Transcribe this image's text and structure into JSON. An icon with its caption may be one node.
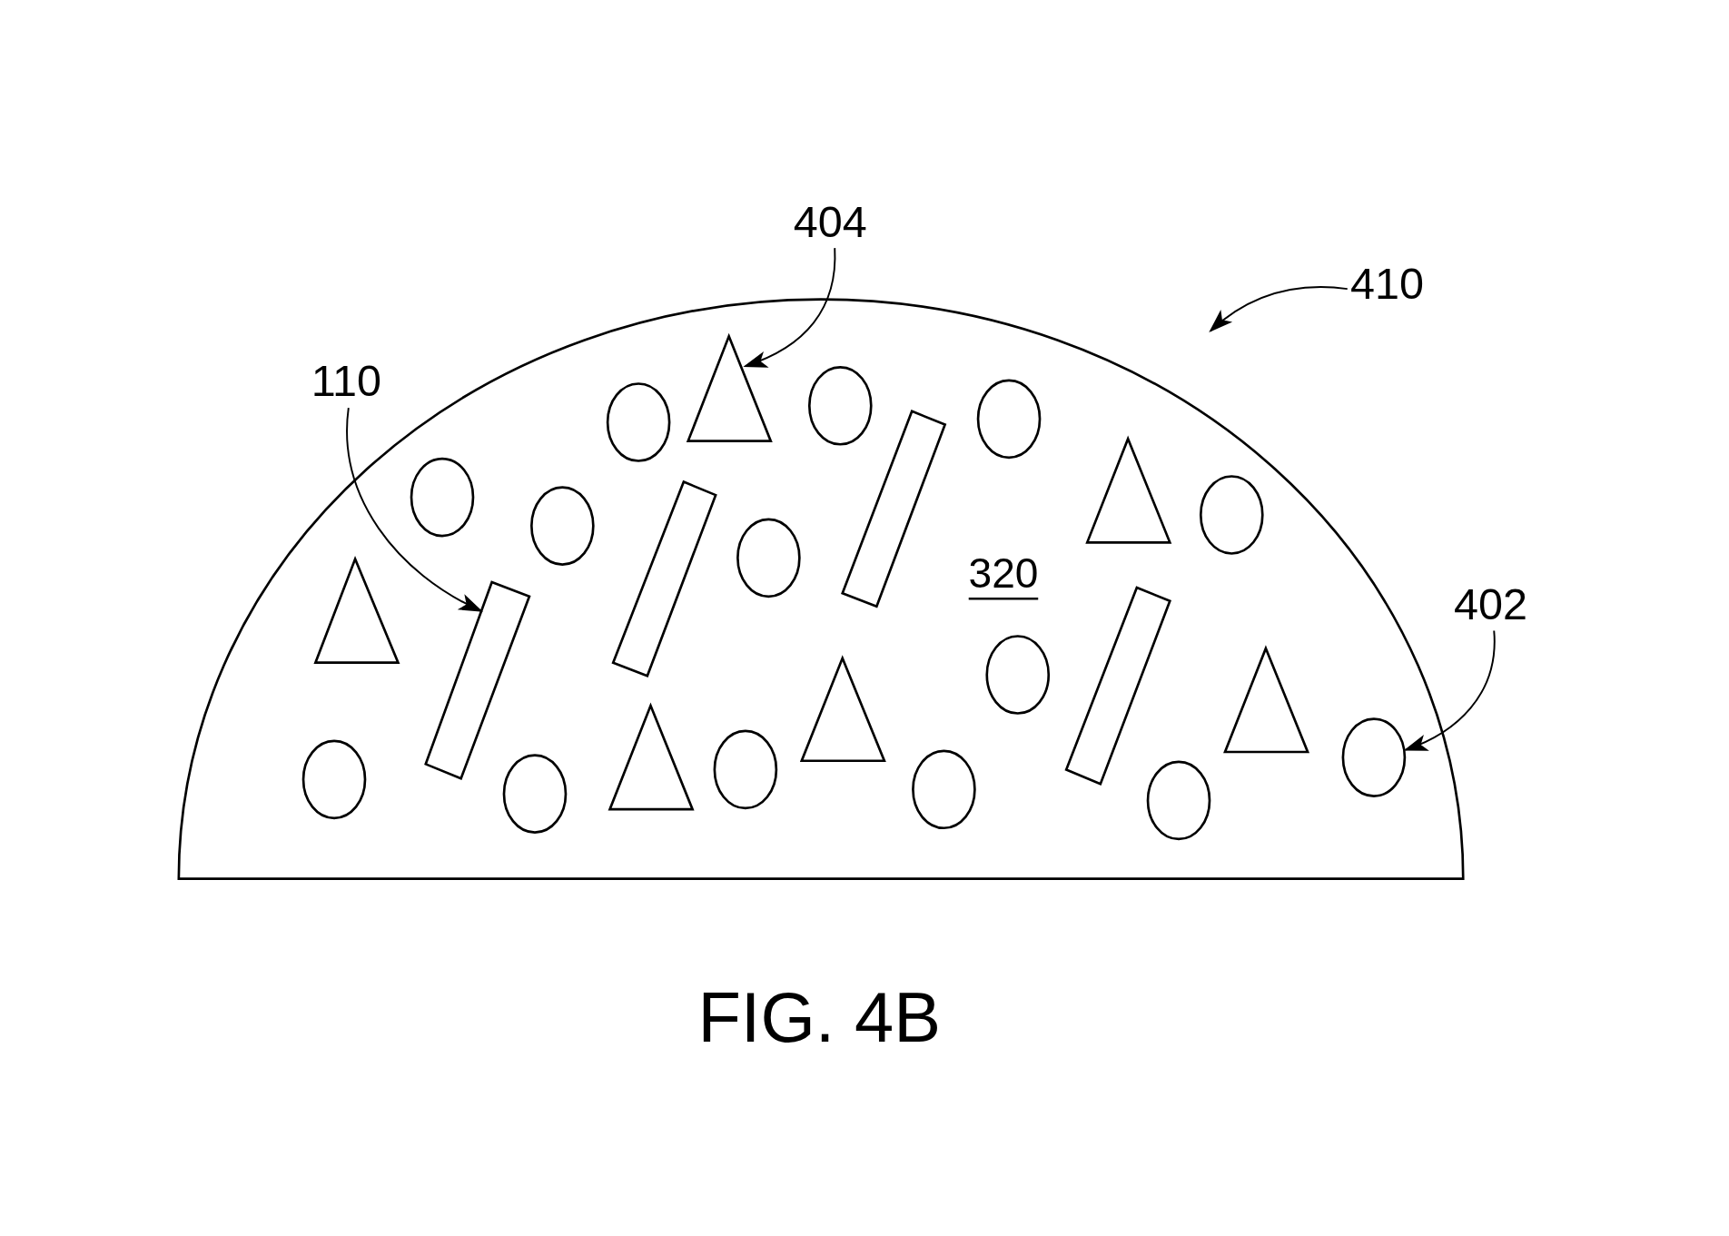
{
  "diagram": {
    "caption": "FIG. 4B",
    "nodes": [
      {
        "text": [],
        "shape": "dome"
      },
      {
        "text": [
          "404"
        ]
      },
      {
        "text": [],
        "shape": "triangle",
        "in": 0
      },
      {
        "text": [
          "110"
        ]
      },
      {
        "text": [],
        "shape": "bar",
        "in": 0
      },
      {
        "text": [
          "402"
        ]
      },
      {
        "text": [],
        "shape": "circle",
        "in": 0
      },
      {
        "text": [
          "410"
        ]
      }
    ],
    "edges": [
      {
        "from": 1,
        "to": 2,
        "arrow": "to"
      },
      {
        "from": 3,
        "to": 4,
        "arrow": "to"
      },
      {
        "from": 5,
        "to": 6,
        "arrow": "to"
      },
      {
        "from": 7,
        "to": 0,
        "arrow": "to"
      }
    ],
    "labels": [
      "320"
    ]
  }
}
